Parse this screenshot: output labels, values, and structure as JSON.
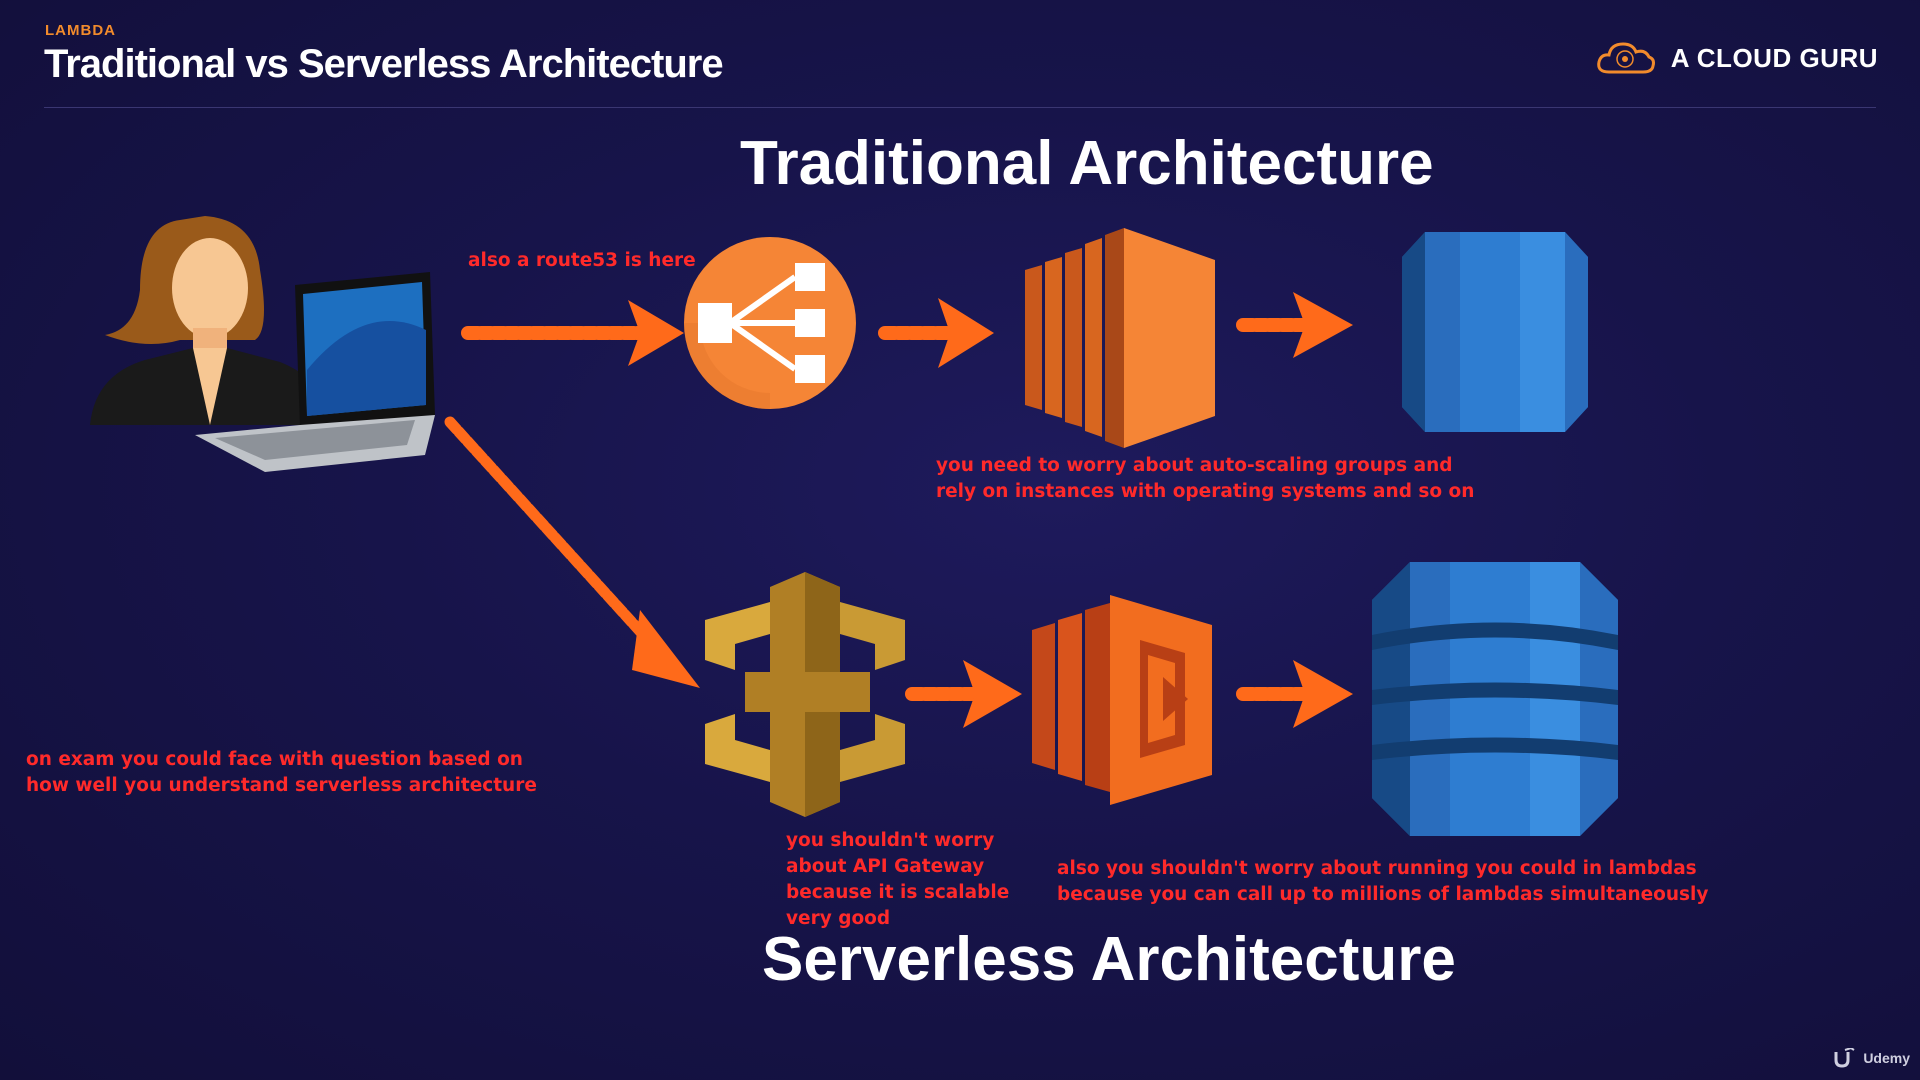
{
  "header": {
    "kicker": "LAMBDA",
    "title": "Traditional vs Serverless Architecture",
    "brand": "A CLOUD GURU"
  },
  "sections": {
    "traditional_title": "Traditional Architecture",
    "serverless_title": "Serverless Architecture"
  },
  "notes": {
    "route53": "also a route53 is here",
    "autoscaling_line1": "you need to worry about auto-scaling groups and",
    "autoscaling_line2": "rely on instances with operating systems and so on",
    "exam_line1": "on exam you could face with question based on",
    "exam_line2": "how well you understand serverless architecture",
    "apigw_line1": "you shouldn't worry",
    "apigw_line2": "about API Gateway",
    "apigw_line3": "because it is scalable",
    "apigw_line4": "very good",
    "lambda_line1": "also you shouldn't worry about running you could in lambdas",
    "lambda_line2": "because you can call up to millions of lambdas simultaneously"
  },
  "icons": {
    "user": "user-with-laptop-icon",
    "elb": "load-balancer-icon",
    "ec2": "ec2-instances-icon",
    "rds": "rds-database-icon",
    "apigw": "api-gateway-icon",
    "lambda": "lambda-icon",
    "dynamodb": "dynamodb-icon"
  },
  "colors": {
    "background": "#17144a",
    "accent": "#f28b2c",
    "annotation": "#ff2a2a",
    "arrow": "#ff6a1a",
    "aws_orange": "#f58536",
    "aws_blue": "#2e73b8",
    "aws_gold": "#c99a34"
  },
  "footer": {
    "label": "Udemy"
  }
}
